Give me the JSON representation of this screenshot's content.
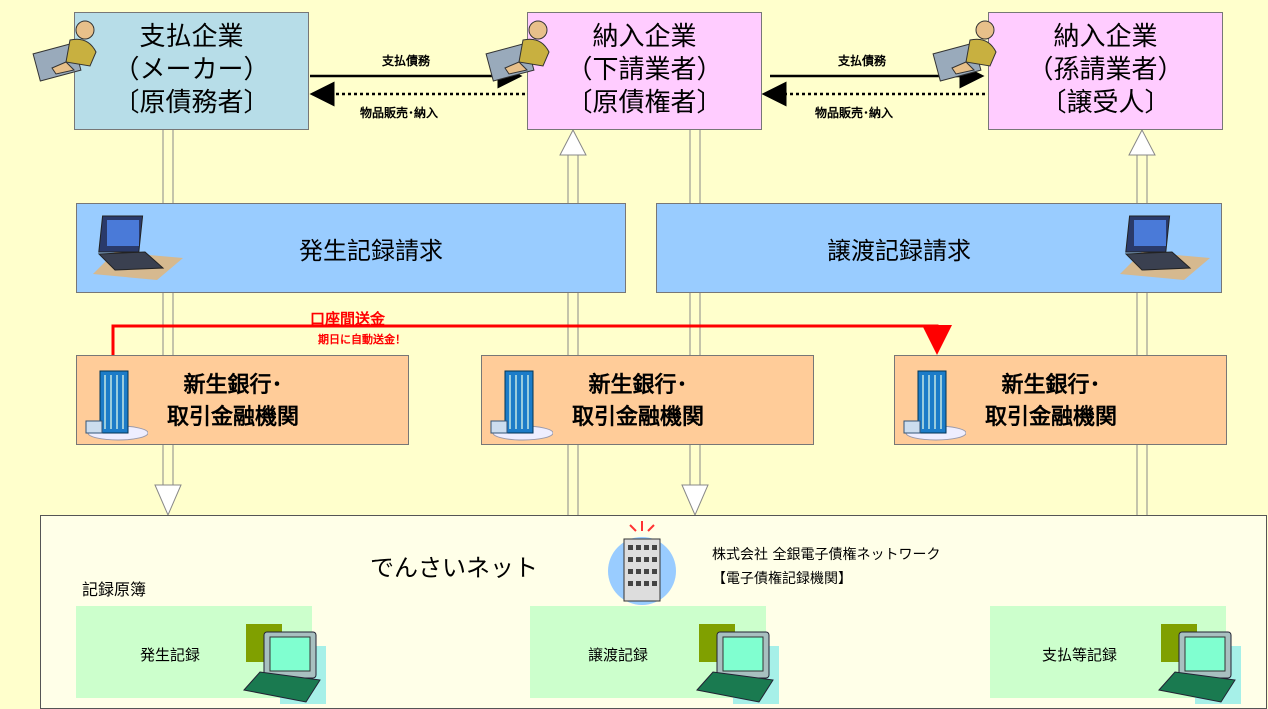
{
  "parties": [
    {
      "line1": "支払企業",
      "line2": "（メーカー）",
      "line3": "〔原債務者〕"
    },
    {
      "line1": "納入企業",
      "line2": "（下請業者）",
      "line3": "〔原債権者〕"
    },
    {
      "line1": "納入企業",
      "line2": "（孫請業者）",
      "line3": "〔譲受人〕"
    }
  ],
  "flows": {
    "payment_1": "支払債務",
    "goods_1": "物品販売･納入",
    "payment_2": "支払債務",
    "goods_2": "物品販売･納入"
  },
  "requests": {
    "issue": "発生記録請求",
    "transfer": "譲渡記録請求"
  },
  "transfer_note": {
    "title": "口座間送金",
    "sub": "期日に自動送金！"
  },
  "banks": [
    {
      "line1": "新生銀行･",
      "line2": "取引金融機関"
    },
    {
      "line1": "新生銀行･",
      "line2": "取引金融機関"
    },
    {
      "line1": "新生銀行･",
      "line2": "取引金融機関"
    }
  ],
  "network": {
    "name": "でんさいネット",
    "org_line1": "株式会社 全銀電子債権ネットワーク",
    "org_line2": "【電子債権記録機関】",
    "ledger_label": "記録原簿"
  },
  "records": [
    "発生記録",
    "譲渡記録",
    "支払等記録"
  ],
  "colors": {
    "background": "#ffffcc",
    "payer_box": "#b7dde8",
    "supplier_box": "#ffccff",
    "request_box": "#99ccff",
    "bank_box": "#ffcc99",
    "record_box": "#ccffcc",
    "transfer_line": "#ff0000"
  }
}
